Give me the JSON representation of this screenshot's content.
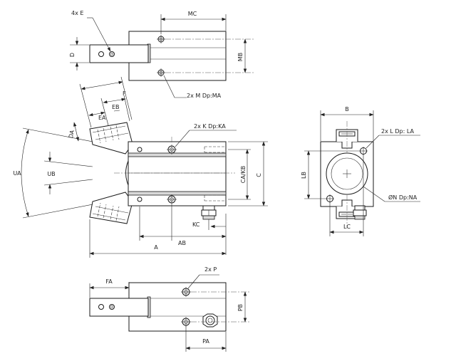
{
  "labels": {
    "top_e": "4x E",
    "top_mc": "MC",
    "top_d": "D",
    "top_mb": "MB",
    "top_m": "2x M  Dp:MA",
    "side_f": "F",
    "side_eb": "EB",
    "side_ea": "EA",
    "side_da": "DA",
    "side_k": "2x K  Dp:KA",
    "side_ua": "UA",
    "side_ub": "UB",
    "side_cakb": "CA/KB",
    "side_c": "C",
    "side_kc": "KC",
    "side_ab": "AB",
    "side_a": "A",
    "end_b": "B",
    "end_l": "2x L  Dp: LA",
    "end_lb": "LB",
    "end_n": "ØN  Dp:NA",
    "end_lc": "LC",
    "bot_p": "2x P",
    "bot_fa": "FA",
    "bot_pb": "PB",
    "bot_pa": "PA"
  }
}
